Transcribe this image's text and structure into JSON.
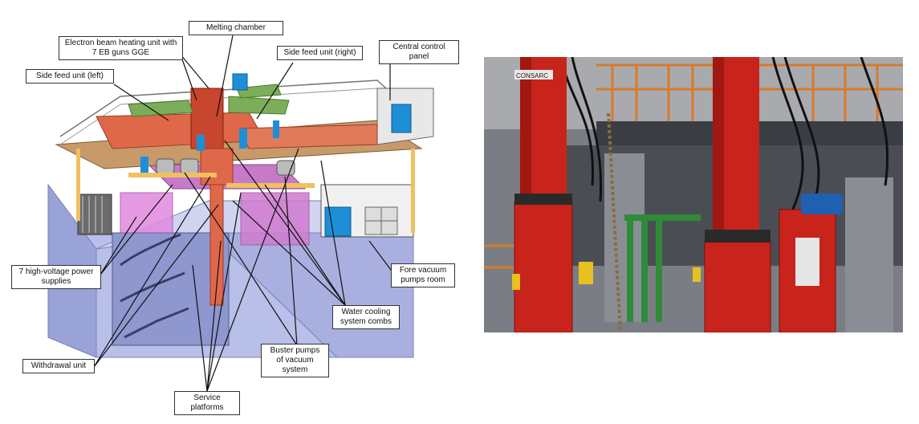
{
  "diagram": {
    "labels": {
      "melting_chamber": "Melting chamber",
      "eb_unit": [
        "Electron beam heating unit with",
        "7 EB guns GGE"
      ],
      "side_feed_left": "Side feed unit (left)",
      "side_feed_right": "Side feed unit (right)",
      "central_control": [
        "Central control",
        "panel"
      ],
      "hv_power": [
        "7 high-voltage power",
        "supplies"
      ],
      "fore_vacuum": [
        "Fore vacuum",
        "pumps room"
      ],
      "water_cooling": [
        "Water cooling",
        "system combs"
      ],
      "withdrawal": "Withdrawal unit",
      "buster_pumps": [
        "Buster pumps",
        "of vacuum",
        "system"
      ],
      "service_platforms": [
        "Service",
        "platforms"
      ]
    },
    "colors": {
      "wall": "#b8bfe8",
      "wall_dark": "#9aa3d8",
      "platform": "#c89a6a",
      "equipment_red": "#e0684a",
      "equipment_red_dark": "#c8452e",
      "pink": "#e08ae0",
      "blue": "#1e8fd6",
      "green": "#7cae5a",
      "grey": "#c8c8c8"
    }
  },
  "photo": {
    "brand_text": "CONSARC",
    "colors": {
      "column_red": "#c8241c",
      "steel": "#4a4e54",
      "pipe_green": "#2f8a3a",
      "rail_orange": "#d87a2a",
      "motor_blue": "#2060b0"
    }
  }
}
